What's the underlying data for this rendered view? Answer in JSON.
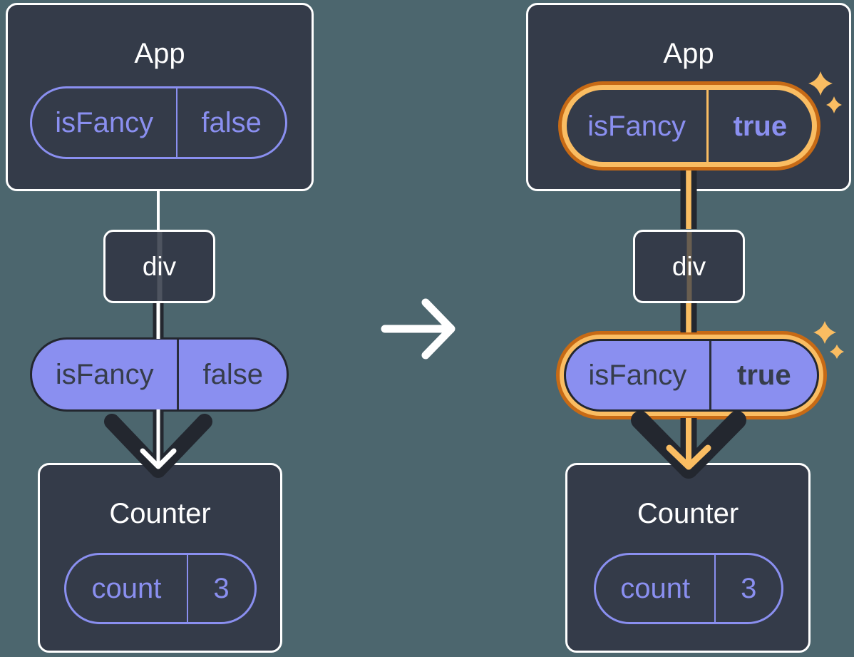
{
  "colors": {
    "background": "#4C666E",
    "box_background": "#343B49",
    "box_border": "#FFFFFF",
    "purple": "#8A8FF0",
    "dark_arrow": "#23272F",
    "highlight_ring_dark": "#C76A15",
    "highlight_ring_light": "#FABD62",
    "pill_text_dark": "#363D4B"
  },
  "left_panel": {
    "app": {
      "title": "App",
      "prop": {
        "key": "isFancy",
        "value": "false"
      }
    },
    "container": {
      "label": "div"
    },
    "prop_pill": {
      "key": "isFancy",
      "value": "false"
    },
    "counter": {
      "title": "Counter",
      "state": {
        "key": "count",
        "value": "3"
      }
    }
  },
  "right_panel": {
    "app": {
      "title": "App",
      "prop": {
        "key": "isFancy",
        "value": "true"
      }
    },
    "container": {
      "label": "div"
    },
    "prop_pill": {
      "key": "isFancy",
      "value": "true"
    },
    "counter": {
      "title": "Counter",
      "state": {
        "key": "count",
        "value": "3"
      }
    }
  }
}
